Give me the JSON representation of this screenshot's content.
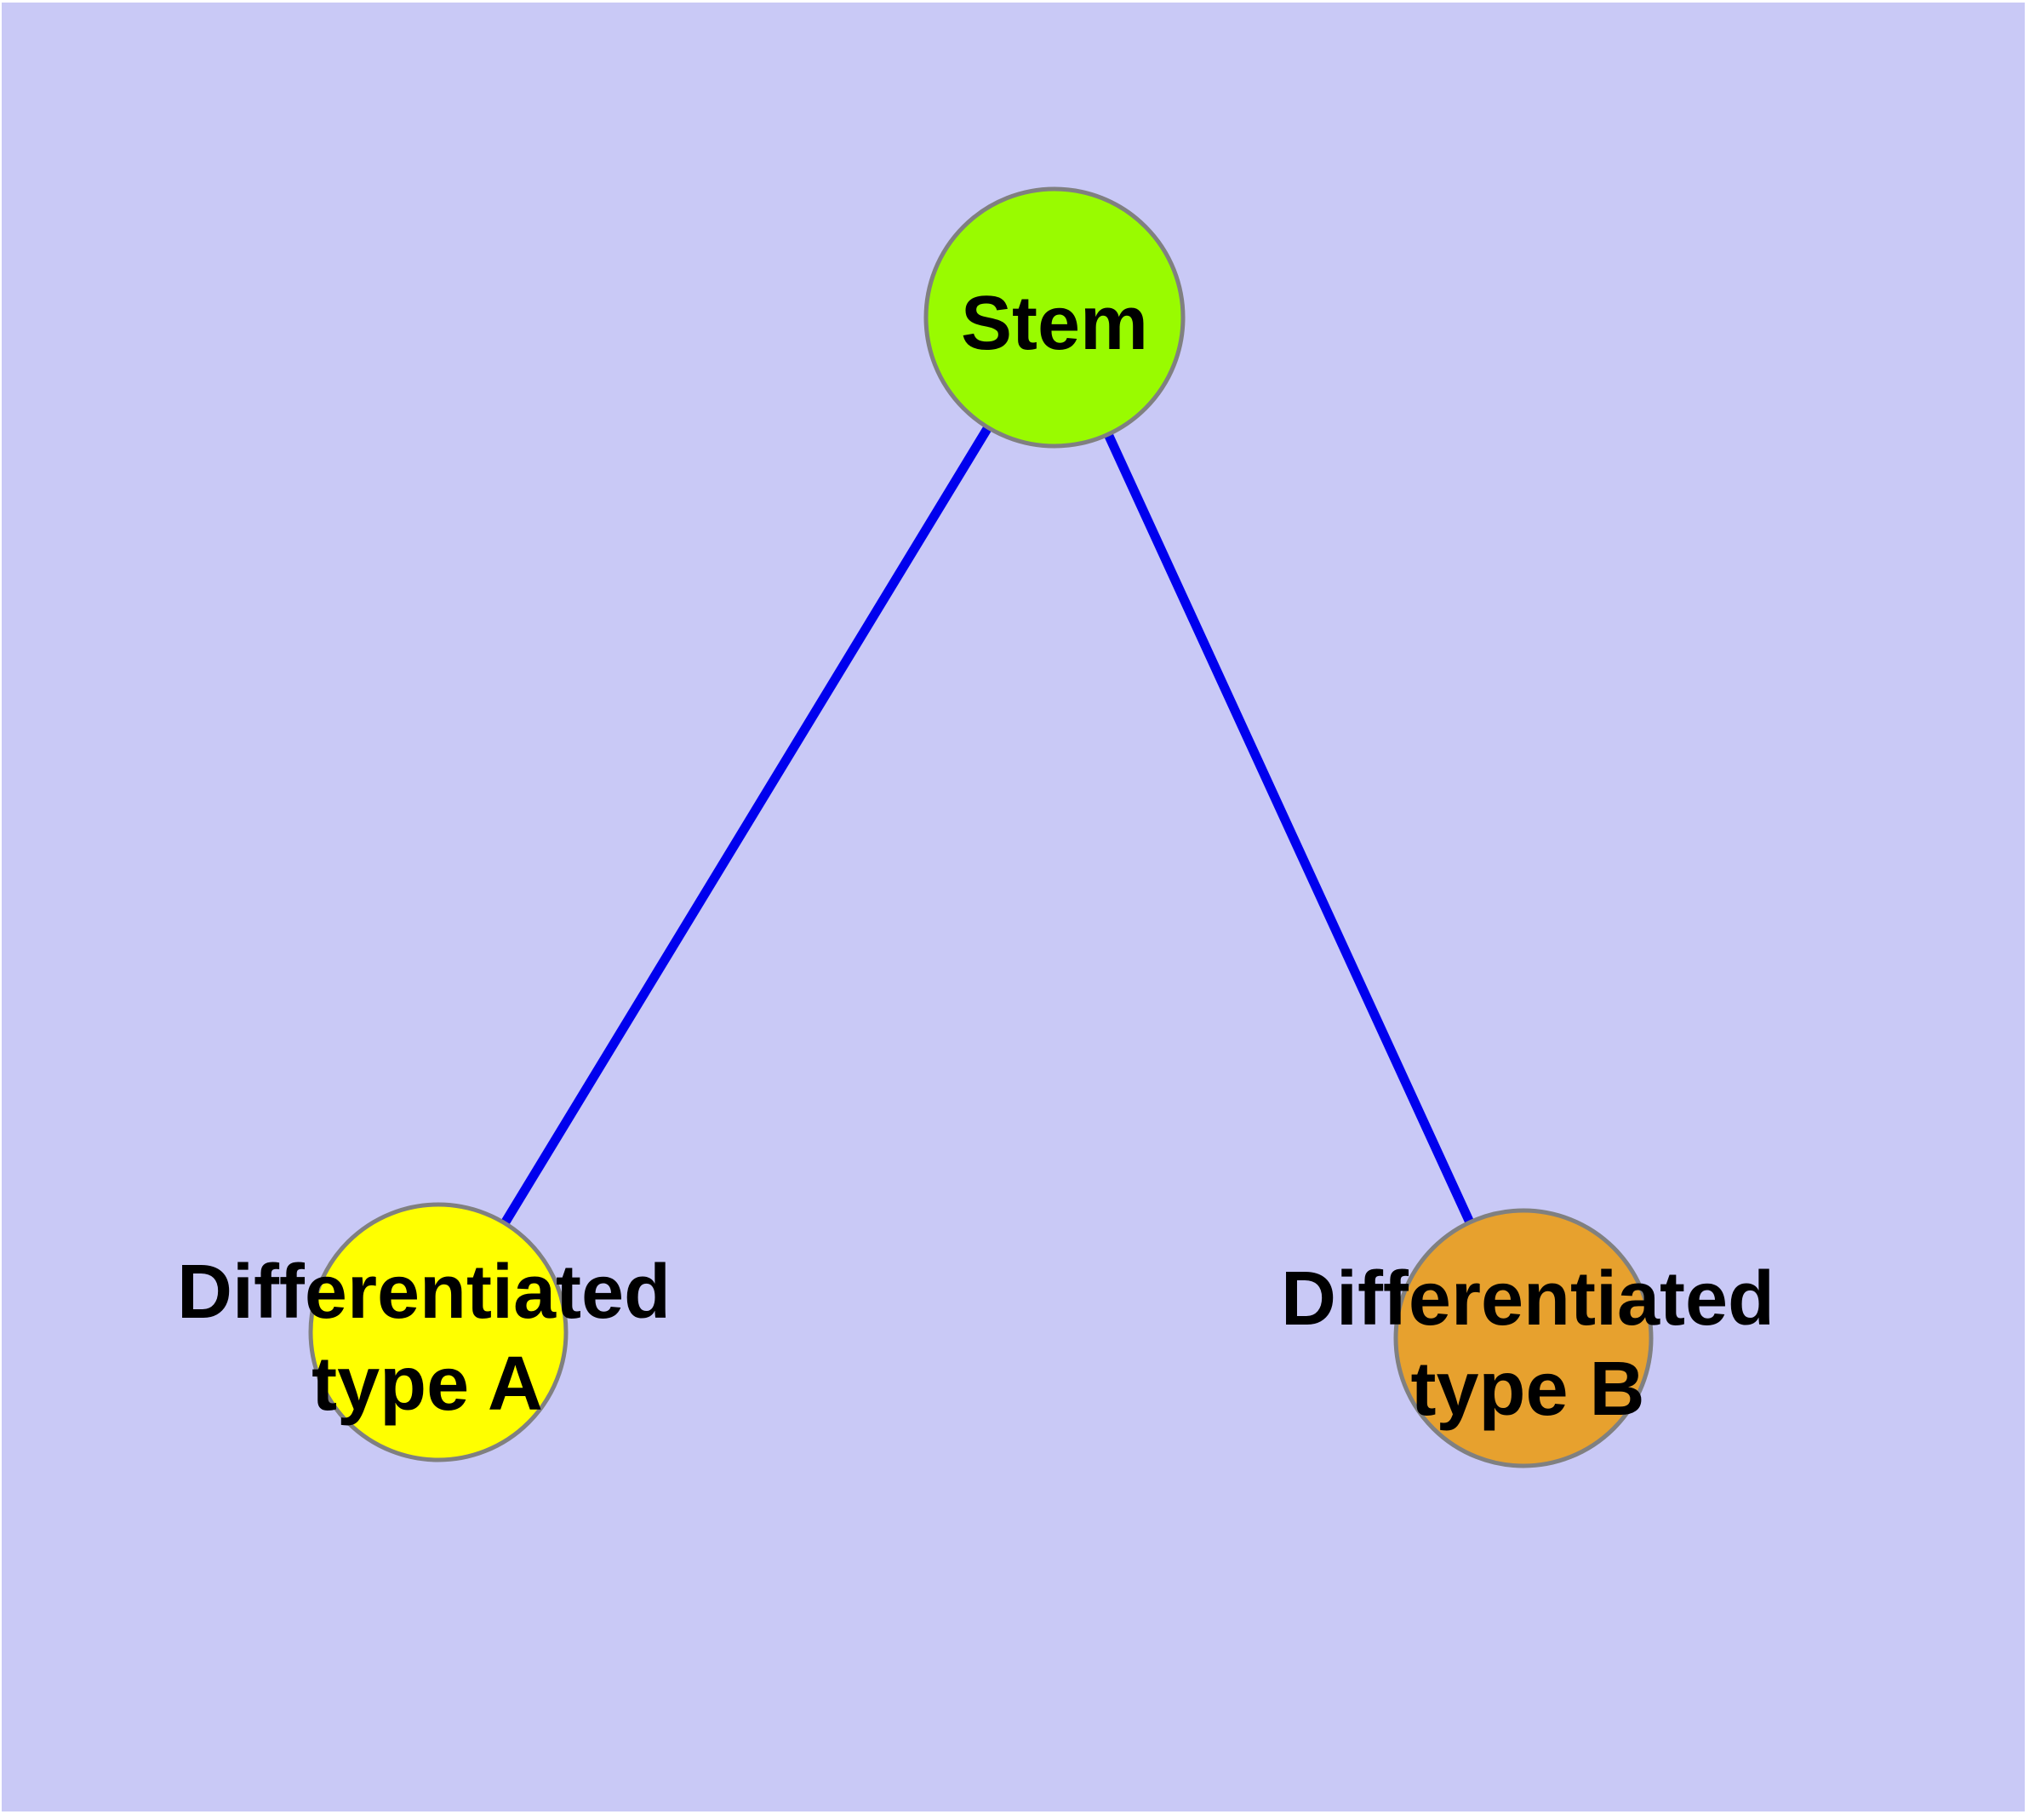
{
  "diagram": {
    "page_color": "#ffffff",
    "background_color": "#c9c9f6",
    "node_border_color": "#808080",
    "edge_color": "#0000ee",
    "label_color": "#000000",
    "nodes": [
      {
        "id": "stem",
        "label": "Stem",
        "fill_color": "#99fb00"
      },
      {
        "id": "differentiated-type-a",
        "label_line1": "Differentiated",
        "label_line2": "type A",
        "fill_color": "#ffff00"
      },
      {
        "id": "differentiated-type-b",
        "label_line1": "Differentiated",
        "label_line2": "type B",
        "fill_color": "#e7a12e"
      }
    ],
    "edges": [
      {
        "from": "Stem",
        "to": "Differentiated type A"
      },
      {
        "from": "Stem",
        "to": "Differentiated type B"
      }
    ]
  }
}
